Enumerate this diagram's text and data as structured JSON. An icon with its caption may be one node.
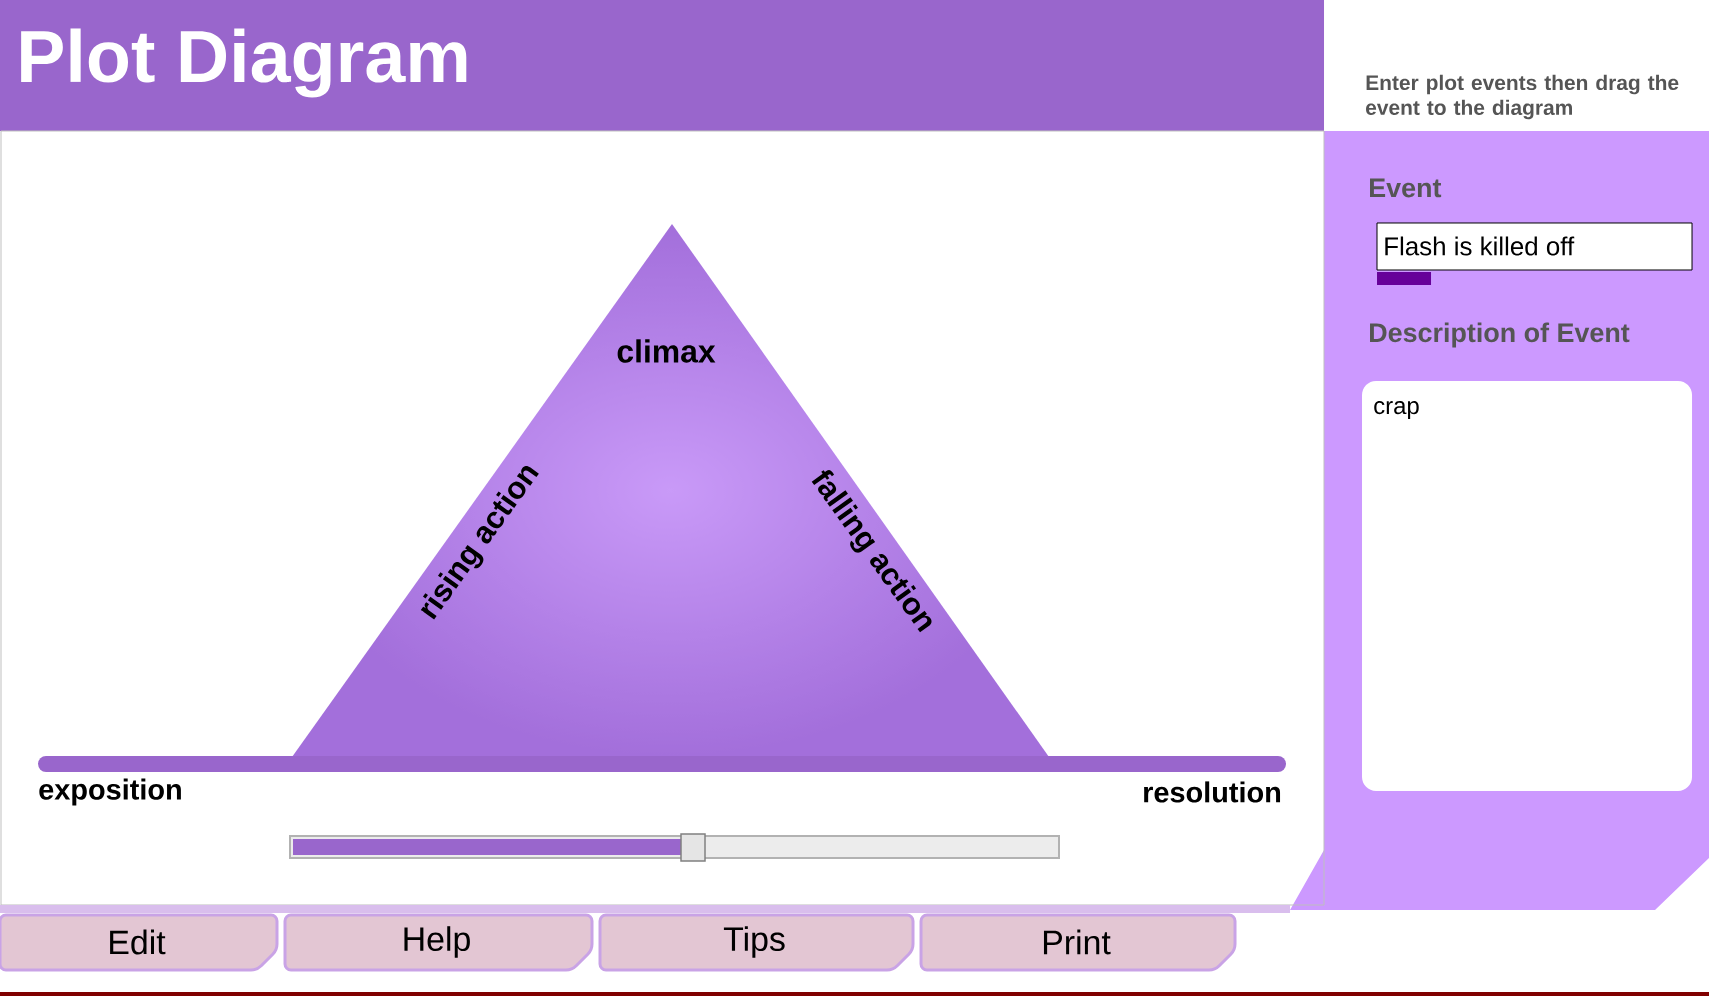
{
  "diagram": {
    "title": "Plot Diagram",
    "labels": [
      "Enter plot events then drag the event to the diagram",
      "Event",
      "Flash is killed off",
      "Description of Event",
      "crap",
      "climax",
      "rising action",
      "falling action",
      "exposition",
      "resolution",
      "Edit",
      "Help",
      "Tips",
      "Print"
    ]
  }
}
